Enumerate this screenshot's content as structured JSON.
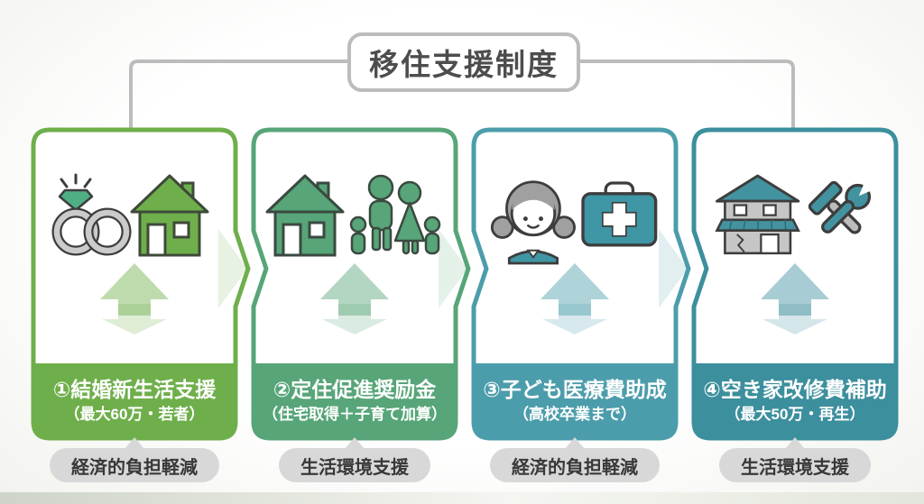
{
  "title": "移住支援制度",
  "colors": {
    "connector": "#bcbcbc",
    "title_text": "#4d4d4d",
    "bubble_bg": "#d8d8d8",
    "bubble_text": "#383838",
    "card_text": "#ffffff"
  },
  "cards": [
    {
      "heading": "①結婚新生活支援",
      "subheading": "（最大60万・若者）",
      "tag": "経済的負担軽減",
      "accent": "#6faf4b",
      "icons": [
        "wedding-rings-icon",
        "house-icon",
        "up-down-arrow-icon"
      ]
    },
    {
      "heading": "②定住促進奨励金",
      "subheading": "（住宅取得＋子育て加算）",
      "tag": "生活環境支援",
      "accent": "#57a578",
      "icons": [
        "house-icon",
        "family-icon",
        "up-down-arrow-icon"
      ]
    },
    {
      "heading": "③子ども医療費助成",
      "subheading": "（高校卒業まで）",
      "tag": "経済的負担軽減",
      "accent": "#4c9dab",
      "icons": [
        "child-icon",
        "first-aid-kit-icon",
        "up-down-arrow-icon"
      ]
    },
    {
      "heading": "④空き家改修費補助",
      "subheading": "（最大50万・再生）",
      "tag": "生活環境支援",
      "accent": "#3c8f9d",
      "icons": [
        "old-house-icon",
        "hammer-wrench-icon",
        "up-down-arrow-icon"
      ]
    }
  ]
}
